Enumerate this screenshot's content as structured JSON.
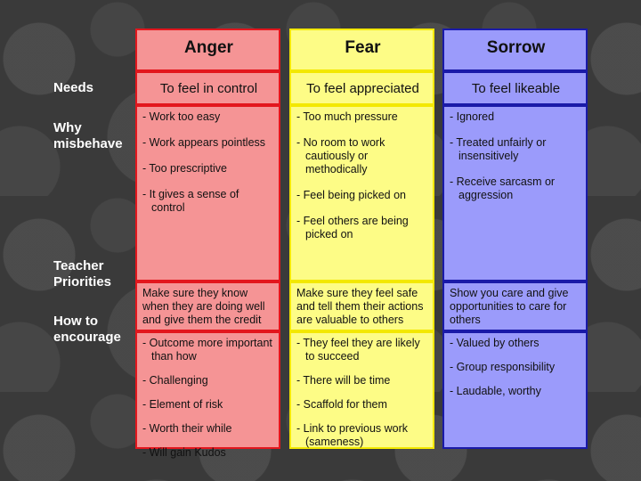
{
  "row_labels": {
    "needs": "Needs",
    "why": "Why misbehave",
    "teacher": "Teacher Priorities",
    "encourage": "How to encourage"
  },
  "columns": [
    {
      "title": "Anger",
      "need": "To feel in control",
      "why": [
        "- Work too easy",
        "- Work appears pointless",
        "- Too prescriptive",
        "- It gives a sense of control"
      ],
      "priority": "Make sure they know when they are doing well and give them the credit",
      "encourage": [
        "- Outcome more important than how",
        "- Challenging",
        "- Element of risk",
        "- Worth their while",
        "- Will gain Kudos"
      ]
    },
    {
      "title": "Fear",
      "need": "To feel appreciated",
      "why": [
        "- Too much pressure",
        "- No room to work cautiously or methodically",
        "- Feel being picked on",
        "- Feel others are being picked on"
      ],
      "priority": "Make sure they feel safe and tell them their actions are valuable to others",
      "encourage": [
        "- They feel they are likely to succeed",
        "- There will be time",
        "- Scaffold for them",
        "- Link to previous work (sameness)"
      ]
    },
    {
      "title": "Sorrow",
      "need": "To feel likeable",
      "why": [
        "- Ignored",
        "- Treated unfairly or insensitively",
        "- Receive sarcasm or aggression"
      ],
      "priority": "Show you care and give opportunities to care for others",
      "encourage": [
        "- Valued by others",
        "- Group responsibility",
        "- Laudable, worthy"
      ]
    }
  ]
}
